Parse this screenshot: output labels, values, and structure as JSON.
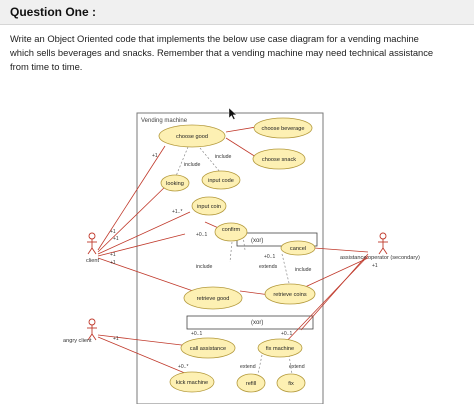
{
  "question": {
    "title": "Question One :",
    "line1": "Write an Object Oriented code that implements the below use case diagram for a vending machine",
    "line2": "which sells beverages and snacks. Remember that a vending machine may need technical assistance",
    "line3": "from time to time."
  },
  "diagram": {
    "system_label": "Vending machine",
    "use_cases": {
      "choose_good": "choose good",
      "choose_beverage": "choose beverage",
      "choose_snack": "choose snack",
      "looking": "looking",
      "input_code": "input code",
      "input_coin": "input coin",
      "confirm": "confirm",
      "cancel": "cancel",
      "retrieve_good": "retrieve good",
      "retrieve_coins": "retrieve coins",
      "call_assistance": "call assistance",
      "fix_machine": "fix machine",
      "kick_machine": "kick machine",
      "refill": "refill",
      "fix": "fix"
    },
    "actors": {
      "client": "client",
      "angry_client": "angry client",
      "assistance_operator": "assistance operator (secondary)"
    },
    "labels": {
      "include1": "include",
      "include2": "include",
      "include3": "include",
      "include4": "include",
      "extends": "extends",
      "extend1": "extend",
      "extend2": "extend",
      "xor1": "(xor)",
      "xor2": "(xor)",
      "m_plus1_a": "+1",
      "m_plus1_b": "+1",
      "m_plus1_c": "+1",
      "m_plus1_d": "+1",
      "m_plus1_e": "+1",
      "m_plus1_f": "+1",
      "m_plus1_g": "+1",
      "m_01_a": "+0..1",
      "m_01_b": "+0..1",
      "m_01_c": "+0..1",
      "m_01_d": "+0..1",
      "m_1star": "+1..*",
      "m_0star": "+0..*"
    }
  }
}
